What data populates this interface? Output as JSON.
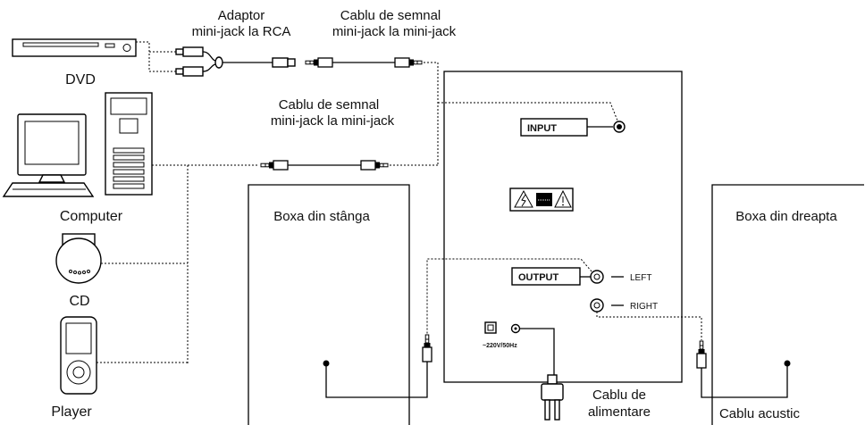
{
  "labels": {
    "adaptor_title": "Adaptor",
    "adaptor_subtitle": "mini-jack la RCA",
    "top_cable_title": "Cablu de semnal",
    "top_cable_subtitle": "mini-jack la mini-jack",
    "middle_cable_title": "Cablu de semnal",
    "middle_cable_subtitle": "mini-jack la mini-jack",
    "power_cable_line1": "Cablu de",
    "power_cable_line2": "alimentare",
    "speaker_cable": "Cablu acustic"
  },
  "sources": {
    "dvd": "DVD",
    "computer": "Computer",
    "cd": "CD",
    "player": "Player"
  },
  "speakers": {
    "left": "Boxa din stânga",
    "right": "Boxa din dreapta"
  },
  "subwoofer": {
    "input": "INPUT",
    "output": "OUTPUT",
    "left": "LEFT",
    "right": "RIGHT",
    "voltage": "~220V/50Hz"
  }
}
